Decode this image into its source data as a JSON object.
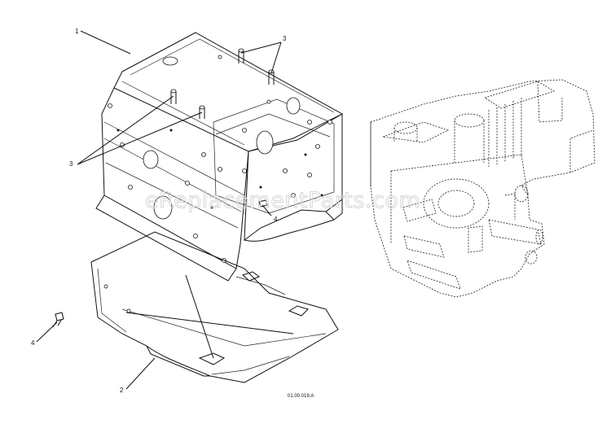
{
  "watermark": "eReplacementParts.com",
  "drawing_code": "01.00.019.A",
  "callouts": [
    {
      "id": "callout-1",
      "label": "1"
    },
    {
      "id": "callout-2",
      "label": "2"
    },
    {
      "id": "callout-3-top",
      "label": "3"
    },
    {
      "id": "callout-3-left",
      "label": "3"
    },
    {
      "id": "callout-4-right",
      "label": "4"
    },
    {
      "id": "callout-4-left",
      "label": "4"
    }
  ],
  "colors": {
    "line": "#111111",
    "background": "#ffffff",
    "watermark": "#d6d6d6"
  }
}
